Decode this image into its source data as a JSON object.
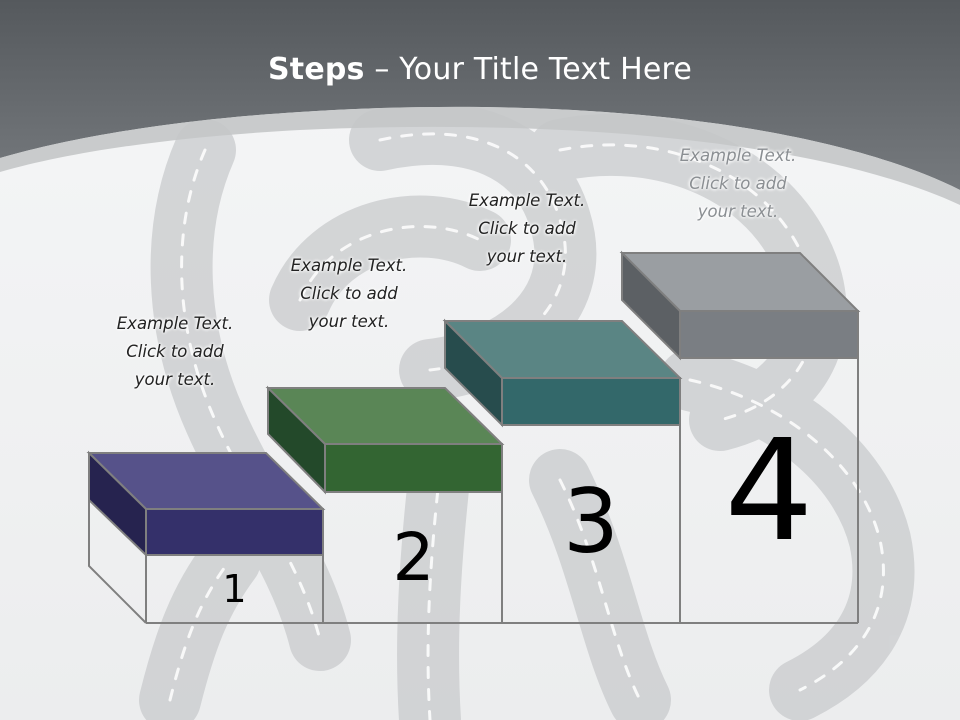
{
  "slide": {
    "title_bold": "Steps",
    "title_rest": " – Your Title Text Here"
  },
  "steps": [
    {
      "number": "1",
      "color": "#34306a",
      "caption": [
        "Example Text.",
        "Click  to add",
        "your text."
      ]
    },
    {
      "number": "2",
      "color": "#336532",
      "caption": [
        "Example Text.",
        "Click  to add",
        "your text."
      ]
    },
    {
      "number": "3",
      "color": "#33686a",
      "caption": [
        "Example Text.",
        "Click  to add",
        "your text."
      ]
    },
    {
      "number": "4",
      "color": "#7a7e83",
      "caption": [
        "Example Text.",
        "Click  to add",
        "your text."
      ]
    }
  ],
  "colors": {
    "header": "#616569",
    "background": "#f0f1f2"
  }
}
